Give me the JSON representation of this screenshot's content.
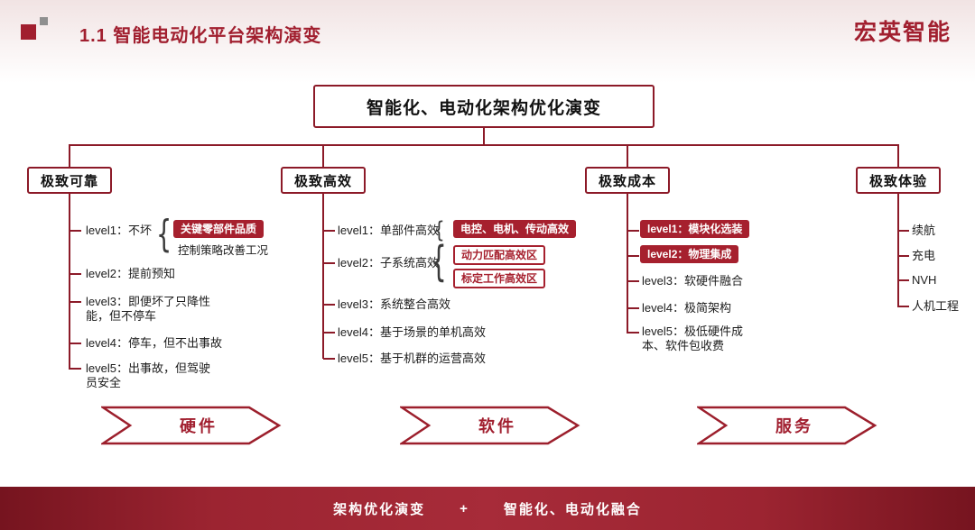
{
  "header": {
    "title": "1.1 智能电动化平台架构演变",
    "brand": "宏英智能"
  },
  "diagram": {
    "root_title": "智能化、电动化架构优化演变",
    "branches": [
      {
        "title": "极致可靠",
        "levels": [
          {
            "label": "level1：不坏"
          },
          {
            "label": "level2：提前预知"
          },
          {
            "label": "level3：即便坏了只降性能，但不停车"
          },
          {
            "label": "level4：停车，但不出事故"
          },
          {
            "label": "level5：出事故，但驾驶员安全"
          }
        ],
        "level1_children": [
          "关键零部件品质",
          "控制策略改善工况"
        ]
      },
      {
        "title": "极致高效",
        "levels": [
          {
            "label": "level1：单部件高效"
          },
          {
            "label": "level2：子系统高效"
          },
          {
            "label": "level3：系统整合高效"
          },
          {
            "label": "level4：基于场景的单机高效"
          },
          {
            "label": "level5：基于机群的运营高效"
          }
        ],
        "level1_children": [
          "电控、电机、传动高效"
        ],
        "level2_children": [
          "动力匹配高效区",
          "标定工作高效区"
        ]
      },
      {
        "title": "极致成本",
        "levels": [
          {
            "label": "level1：模块化选装"
          },
          {
            "label": "level2：物理集成"
          },
          {
            "label": "level3：软硬件融合"
          },
          {
            "label": "level4：极简架构"
          },
          {
            "label": "level5：极低硬件成本、软件包收费"
          }
        ]
      },
      {
        "title": "极致体验",
        "items": [
          "续航",
          "充电",
          "NVH",
          "人机工程"
        ]
      }
    ]
  },
  "arrows": [
    "硬件",
    "软件",
    "服务"
  ],
  "footer": {
    "left": "架构优化演变",
    "plus": "+",
    "right": "智能化、电动化融合"
  },
  "glyphs": {
    "brace": "{"
  },
  "colors": {
    "brand_red": "#A11F2F",
    "badge_red": "#A6202E",
    "line_red": "#8C1A28"
  }
}
